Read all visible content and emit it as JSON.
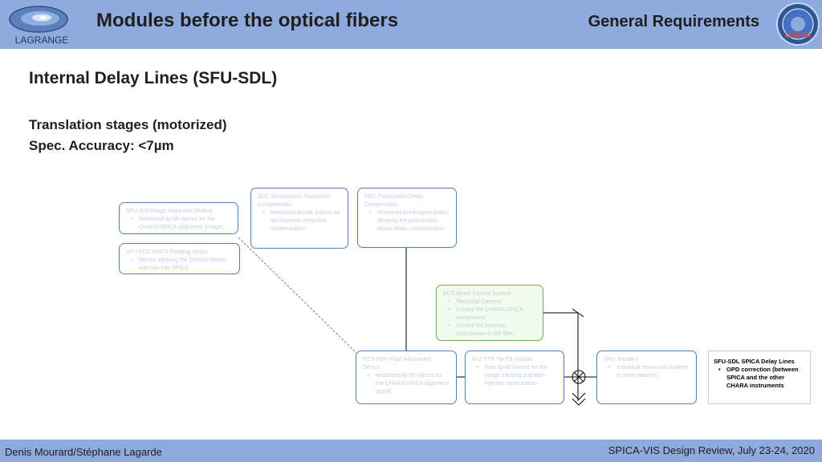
{
  "header": {
    "title": "Modules before the optical fibers",
    "section": "General Requirements",
    "left_logo_text": "LAGRANGE",
    "right_logo_text": "CHARA"
  },
  "subtitle": "Internal Delay Lines (SFU-SDL)",
  "body_lines": [
    "Translation stages (motorized)",
    "Spec. Accuracy: <7µm"
  ],
  "diagram": {
    "sfu_ims": {
      "title": "SFU-IMS Image Alignment Module",
      "items": [
        "Motorized tip-tilt mirrors for the CHARA/SPICA alignment (image)"
      ]
    },
    "sfu_fcs": {
      "title": "SFU-FCS SPICA Feeding Optics",
      "items": [
        "Mirrors allowing the CHARA beams injection into SPICA"
      ]
    },
    "adc": {
      "title": "ADC Atmospheric Dispersion Compensator",
      "items": [
        "Motorized double prisms for atmospheric refraction compensation"
      ]
    },
    "pdc": {
      "title": "PDC Polarization Delay Compensator",
      "items": [
        "Motorized birefringent plates allowing the polarization phase delay compensation"
      ]
    },
    "bcs": {
      "title": "BCS Beam Control System",
      "items": [
        "Technical Camera",
        "Control the CHARA/SPICA realignment",
        "Control the injection optimization in the fiber"
      ]
    },
    "pcp": {
      "title": "PCS-PDP Pupil Adjustment Device",
      "items": [
        "Motorized tip-tilt mirrors for the CHARA/SPICA alignment (pupil)"
      ]
    },
    "fa_tt": {
      "title": "FA2-TTS Tip-Tilt Tracker",
      "items": [
        "Fast tip-tilt mirrors for the image tracking and fiber injection optimization"
      ]
    },
    "shu": {
      "title": "SHU Shutters",
      "items": [
        "Individual motorized shutters in every beam(s)"
      ]
    },
    "sdl": {
      "title": "SFU-SDL SPICA Delay Lines",
      "items": [
        "OPD correction (between SPICA and the other CHARA instruments"
      ]
    }
  },
  "footer": {
    "authors": "Denis Mourard/Stéphane Lagarde",
    "event": "SPICA-VIS Design Review, July 23-24, 2020"
  }
}
